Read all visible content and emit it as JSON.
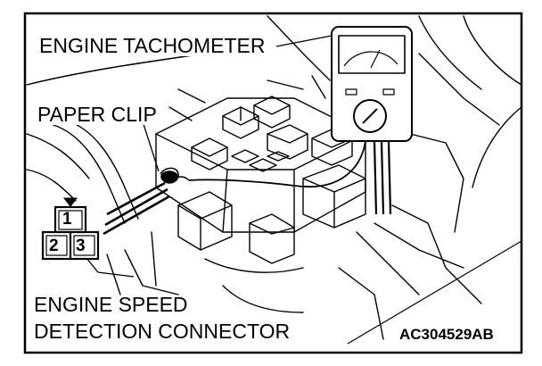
{
  "labels": {
    "tachometer": "ENGINE TACHOMETER",
    "paper_clip": "PAPER CLIP",
    "speed_line1": "ENGINE SPEED",
    "speed_line2": "DETECTION CONNECTOR",
    "figure_code": "AC304529AB"
  },
  "connector": {
    "pins": [
      "1",
      "2",
      "3"
    ]
  },
  "colors": {
    "line": "#000000",
    "background": "#ffffff"
  }
}
